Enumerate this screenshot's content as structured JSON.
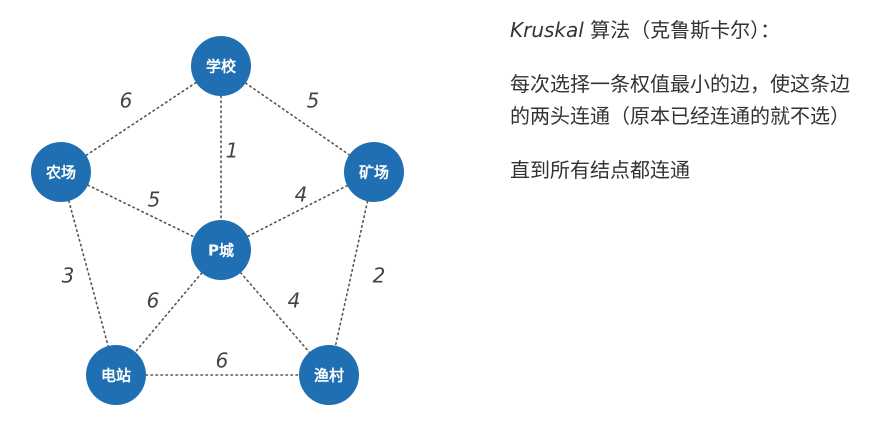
{
  "colors": {
    "node": "#1f6fb2",
    "edge": "#555555",
    "text": "#333333"
  },
  "graph": {
    "nodes": [
      {
        "id": "school",
        "label": "学校"
      },
      {
        "id": "farm",
        "label": "农场"
      },
      {
        "id": "mine",
        "label": "矿场"
      },
      {
        "id": "pcity",
        "label": "P城"
      },
      {
        "id": "power",
        "label": "电站"
      },
      {
        "id": "village",
        "label": "渔村"
      }
    ],
    "edges": [
      {
        "from": "school",
        "to": "farm",
        "weight": "6"
      },
      {
        "from": "school",
        "to": "mine",
        "weight": "5"
      },
      {
        "from": "school",
        "to": "pcity",
        "weight": "1"
      },
      {
        "from": "farm",
        "to": "pcity",
        "weight": "5"
      },
      {
        "from": "mine",
        "to": "pcity",
        "weight": "4"
      },
      {
        "from": "farm",
        "to": "power",
        "weight": "3"
      },
      {
        "from": "mine",
        "to": "village",
        "weight": "2"
      },
      {
        "from": "pcity",
        "to": "power",
        "weight": "6"
      },
      {
        "from": "pcity",
        "to": "village",
        "weight": "4"
      },
      {
        "from": "power",
        "to": "village",
        "weight": "6"
      }
    ]
  },
  "panel": {
    "title_algo": "Kruskal",
    "title_rest": " 算法（克鲁斯卡尔）：",
    "para1": "每次选择一条权值最小的边，使这条边的两头连通（原本已经连通的就不选）",
    "para2": "直到所有结点都连通"
  }
}
